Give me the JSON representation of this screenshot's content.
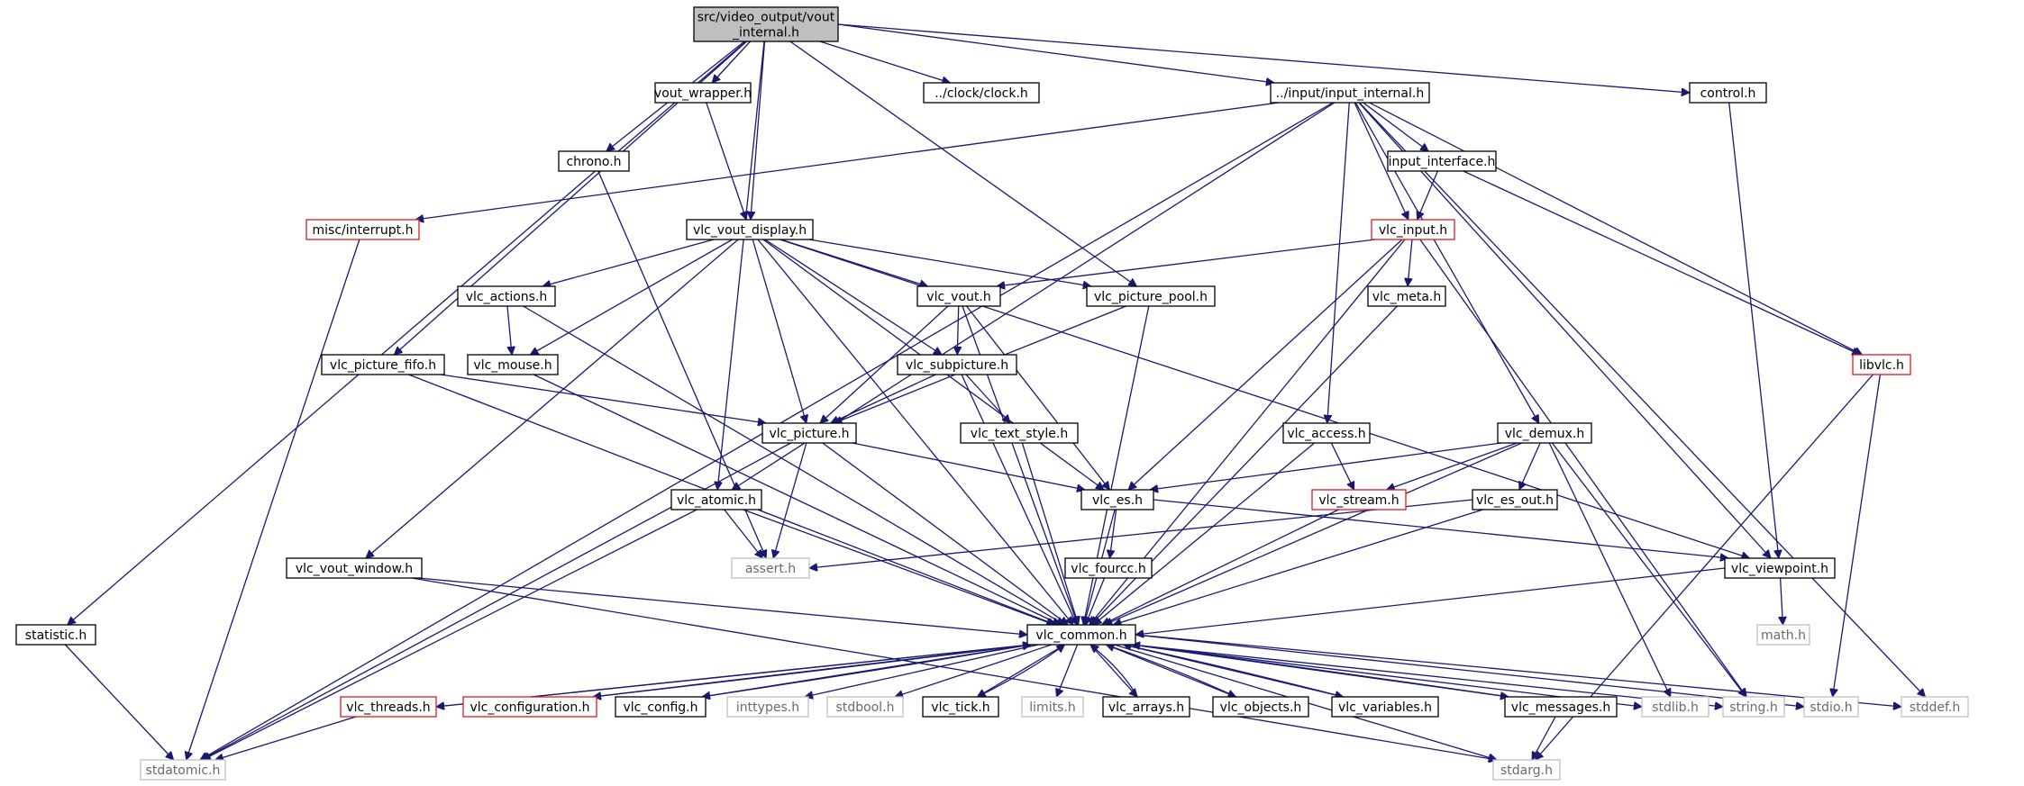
{
  "graph": {
    "nodes": [
      {
        "id": "root",
        "lines": [
          "src/video_output/vout",
          "_internal.h"
        ],
        "style": "root"
      },
      {
        "id": "vout_wrapper",
        "lines": [
          "vout_wrapper.h"
        ],
        "style": "normal"
      },
      {
        "id": "clock",
        "lines": [
          "../clock/clock.h"
        ],
        "style": "normal"
      },
      {
        "id": "input_internal",
        "lines": [
          "../input/input_internal.h"
        ],
        "style": "normal"
      },
      {
        "id": "control",
        "lines": [
          "control.h"
        ],
        "style": "normal"
      },
      {
        "id": "chrono",
        "lines": [
          "chrono.h"
        ],
        "style": "normal"
      },
      {
        "id": "input_interface",
        "lines": [
          "input_interface.h"
        ],
        "style": "normal"
      },
      {
        "id": "interrupt",
        "lines": [
          "misc/interrupt.h"
        ],
        "style": "red"
      },
      {
        "id": "vout_display",
        "lines": [
          "vlc_vout_display.h"
        ],
        "style": "normal"
      },
      {
        "id": "vlc_input",
        "lines": [
          "vlc_input.h"
        ],
        "style": "red"
      },
      {
        "id": "vlc_actions",
        "lines": [
          "vlc_actions.h"
        ],
        "style": "normal"
      },
      {
        "id": "vlc_vout",
        "lines": [
          "vlc_vout.h"
        ],
        "style": "normal"
      },
      {
        "id": "picture_pool",
        "lines": [
          "vlc_picture_pool.h"
        ],
        "style": "normal"
      },
      {
        "id": "vlc_meta",
        "lines": [
          "vlc_meta.h"
        ],
        "style": "normal"
      },
      {
        "id": "libvlc",
        "lines": [
          "libvlc.h"
        ],
        "style": "red"
      },
      {
        "id": "picture_fifo",
        "lines": [
          "vlc_picture_fifo.h"
        ],
        "style": "normal"
      },
      {
        "id": "vlc_mouse",
        "lines": [
          "vlc_mouse.h"
        ],
        "style": "normal"
      },
      {
        "id": "subpicture",
        "lines": [
          "vlc_subpicture.h"
        ],
        "style": "normal"
      },
      {
        "id": "vlc_picture",
        "lines": [
          "vlc_picture.h"
        ],
        "style": "normal"
      },
      {
        "id": "text_style",
        "lines": [
          "vlc_text_style.h"
        ],
        "style": "normal"
      },
      {
        "id": "vlc_access",
        "lines": [
          "vlc_access.h"
        ],
        "style": "normal"
      },
      {
        "id": "vlc_demux",
        "lines": [
          "vlc_demux.h"
        ],
        "style": "normal"
      },
      {
        "id": "vlc_atomic",
        "lines": [
          "vlc_atomic.h"
        ],
        "style": "normal"
      },
      {
        "id": "vlc_es",
        "lines": [
          "vlc_es.h"
        ],
        "style": "normal"
      },
      {
        "id": "vlc_stream",
        "lines": [
          "vlc_stream.h"
        ],
        "style": "red"
      },
      {
        "id": "es_out",
        "lines": [
          "vlc_es_out.h"
        ],
        "style": "normal"
      },
      {
        "id": "vout_window",
        "lines": [
          "vlc_vout_window.h"
        ],
        "style": "normal"
      },
      {
        "id": "assert",
        "lines": [
          "assert.h"
        ],
        "style": "gray"
      },
      {
        "id": "fourcc",
        "lines": [
          "vlc_fourcc.h"
        ],
        "style": "normal"
      },
      {
        "id": "viewpoint",
        "lines": [
          "vlc_viewpoint.h"
        ],
        "style": "normal"
      },
      {
        "id": "statistic",
        "lines": [
          "statistic.h"
        ],
        "style": "normal"
      },
      {
        "id": "vlc_common",
        "lines": [
          "vlc_common.h"
        ],
        "style": "normal"
      },
      {
        "id": "math",
        "lines": [
          "math.h"
        ],
        "style": "gray"
      },
      {
        "id": "vlc_threads",
        "lines": [
          "vlc_threads.h"
        ],
        "style": "red"
      },
      {
        "id": "vlc_configuration",
        "lines": [
          "vlc_configuration.h"
        ],
        "style": "red"
      },
      {
        "id": "vlc_config",
        "lines": [
          "vlc_config.h"
        ],
        "style": "normal"
      },
      {
        "id": "inttypes",
        "lines": [
          "inttypes.h"
        ],
        "style": "gray"
      },
      {
        "id": "stdbool",
        "lines": [
          "stdbool.h"
        ],
        "style": "gray"
      },
      {
        "id": "vlc_tick",
        "lines": [
          "vlc_tick.h"
        ],
        "style": "normal"
      },
      {
        "id": "limits",
        "lines": [
          "limits.h"
        ],
        "style": "gray"
      },
      {
        "id": "vlc_arrays",
        "lines": [
          "vlc_arrays.h"
        ],
        "style": "normal"
      },
      {
        "id": "vlc_objects",
        "lines": [
          "vlc_objects.h"
        ],
        "style": "normal"
      },
      {
        "id": "vlc_variables",
        "lines": [
          "vlc_variables.h"
        ],
        "style": "normal"
      },
      {
        "id": "vlc_messages",
        "lines": [
          "vlc_messages.h"
        ],
        "style": "normal"
      },
      {
        "id": "stdlib",
        "lines": [
          "stdlib.h"
        ],
        "style": "gray"
      },
      {
        "id": "string",
        "lines": [
          "string.h"
        ],
        "style": "gray"
      },
      {
        "id": "stdio",
        "lines": [
          "stdio.h"
        ],
        "style": "gray"
      },
      {
        "id": "stddef",
        "lines": [
          "stddef.h"
        ],
        "style": "gray"
      },
      {
        "id": "stdatomic",
        "lines": [
          "stdatomic.h"
        ],
        "style": "gray"
      },
      {
        "id": "stdarg",
        "lines": [
          "stdarg.h"
        ],
        "style": "gray"
      }
    ],
    "edges": [
      [
        "root",
        "vout_wrapper"
      ],
      [
        "root",
        "clock"
      ],
      [
        "root",
        "input_internal"
      ],
      [
        "root",
        "control"
      ],
      [
        "root",
        "chrono"
      ],
      [
        "root",
        "vout_display"
      ],
      [
        "root",
        "picture_pool"
      ],
      [
        "root",
        "vlc_atomic"
      ],
      [
        "root",
        "picture_fifo"
      ],
      [
        "root",
        "statistic"
      ],
      [
        "vout_wrapper",
        "vout_display"
      ],
      [
        "chrono",
        "assert"
      ],
      [
        "control",
        "viewpoint"
      ],
      [
        "input_internal",
        "input_interface"
      ],
      [
        "input_internal",
        "vlc_input"
      ],
      [
        "input_internal",
        "interrupt"
      ],
      [
        "input_internal",
        "stdatomic"
      ],
      [
        "input_internal",
        "vlc_atomic"
      ],
      [
        "input_internal",
        "vlc_access"
      ],
      [
        "input_internal",
        "vlc_demux"
      ],
      [
        "input_internal",
        "viewpoint"
      ],
      [
        "input_internal",
        "libvlc"
      ],
      [
        "input_internal",
        "stddef"
      ],
      [
        "input_interface",
        "vlc_input"
      ],
      [
        "input_interface",
        "libvlc"
      ],
      [
        "interrupt",
        "stdatomic"
      ],
      [
        "vout_display",
        "vlc_actions"
      ],
      [
        "vout_display",
        "vlc_vout"
      ],
      [
        "vout_display",
        "picture_pool"
      ],
      [
        "vout_display",
        "vlc_mouse"
      ],
      [
        "vout_display",
        "subpicture"
      ],
      [
        "vout_display",
        "vlc_picture"
      ],
      [
        "vout_display",
        "vout_window"
      ],
      [
        "vout_display",
        "vlc_es"
      ],
      [
        "vout_display",
        "viewpoint"
      ],
      [
        "vout_display",
        "vlc_common"
      ],
      [
        "vlc_input",
        "vlc_vout"
      ],
      [
        "vlc_input",
        "vlc_meta"
      ],
      [
        "vlc_input",
        "vlc_es"
      ],
      [
        "vlc_input",
        "vlc_common"
      ],
      [
        "vlc_input",
        "string"
      ],
      [
        "vlc_actions",
        "vlc_mouse"
      ],
      [
        "vlc_actions",
        "vlc_common"
      ],
      [
        "vlc_vout",
        "subpicture"
      ],
      [
        "vlc_vout",
        "vlc_picture"
      ],
      [
        "vlc_vout",
        "vlc_es"
      ],
      [
        "vlc_vout",
        "vlc_common"
      ],
      [
        "picture_pool",
        "vlc_picture"
      ],
      [
        "picture_pool",
        "vlc_common"
      ],
      [
        "vlc_meta",
        "vlc_common"
      ],
      [
        "libvlc",
        "stdio"
      ],
      [
        "libvlc",
        "stdarg"
      ],
      [
        "picture_fifo",
        "vlc_picture"
      ],
      [
        "picture_fifo",
        "vlc_common"
      ],
      [
        "vlc_mouse",
        "vlc_common"
      ],
      [
        "subpicture",
        "vlc_picture"
      ],
      [
        "subpicture",
        "text_style"
      ],
      [
        "subpicture",
        "vlc_common"
      ],
      [
        "vlc_picture",
        "vlc_es"
      ],
      [
        "vlc_picture",
        "assert"
      ],
      [
        "vlc_picture",
        "vlc_common"
      ],
      [
        "vlc_picture",
        "stdatomic"
      ],
      [
        "text_style",
        "vlc_common"
      ],
      [
        "vlc_access",
        "vlc_stream"
      ],
      [
        "vlc_access",
        "vlc_common"
      ],
      [
        "vlc_demux",
        "vlc_es"
      ],
      [
        "vlc_demux",
        "vlc_stream"
      ],
      [
        "vlc_demux",
        "es_out"
      ],
      [
        "vlc_demux",
        "vlc_common"
      ],
      [
        "vlc_demux",
        "stdlib"
      ],
      [
        "vlc_demux",
        "string"
      ],
      [
        "vlc_atomic",
        "assert"
      ],
      [
        "vlc_atomic",
        "stdatomic"
      ],
      [
        "vlc_atomic",
        "vlc_common"
      ],
      [
        "vlc_es",
        "fourcc"
      ],
      [
        "vlc_es",
        "viewpoint"
      ],
      [
        "vlc_es",
        "vlc_common"
      ],
      [
        "vlc_stream",
        "vlc_common"
      ],
      [
        "es_out",
        "assert"
      ],
      [
        "es_out",
        "vlc_common"
      ],
      [
        "vout_window",
        "vlc_common"
      ],
      [
        "vout_window",
        "stdarg"
      ],
      [
        "fourcc",
        "vlc_common"
      ],
      [
        "viewpoint",
        "math"
      ],
      [
        "viewpoint",
        "vlc_common"
      ],
      [
        "statistic",
        "stdatomic"
      ],
      [
        "vlc_common",
        "vlc_threads"
      ],
      [
        "vlc_common",
        "vlc_configuration"
      ],
      [
        "vlc_common",
        "vlc_config"
      ],
      [
        "vlc_common",
        "inttypes"
      ],
      [
        "vlc_common",
        "stdbool"
      ],
      [
        "vlc_common",
        "vlc_tick"
      ],
      [
        "vlc_common",
        "limits"
      ],
      [
        "vlc_common",
        "vlc_arrays"
      ],
      [
        "vlc_common",
        "vlc_objects"
      ],
      [
        "vlc_common",
        "vlc_variables"
      ],
      [
        "vlc_common",
        "vlc_messages"
      ],
      [
        "vlc_common",
        "stdlib"
      ],
      [
        "vlc_common",
        "string"
      ],
      [
        "vlc_common",
        "stdio"
      ],
      [
        "vlc_common",
        "stddef"
      ],
      [
        "vlc_common",
        "stdarg"
      ],
      [
        "vlc_threads",
        "vlc_common"
      ],
      [
        "vlc_configuration",
        "vlc_common"
      ],
      [
        "vlc_config",
        "vlc_common"
      ],
      [
        "vlc_tick",
        "vlc_common"
      ],
      [
        "vlc_arrays",
        "vlc_common"
      ],
      [
        "vlc_objects",
        "vlc_common"
      ],
      [
        "vlc_variables",
        "vlc_common"
      ],
      [
        "vlc_messages",
        "vlc_common"
      ],
      [
        "vlc_threads",
        "stdatomic"
      ],
      [
        "vlc_messages",
        "stdarg"
      ]
    ]
  }
}
